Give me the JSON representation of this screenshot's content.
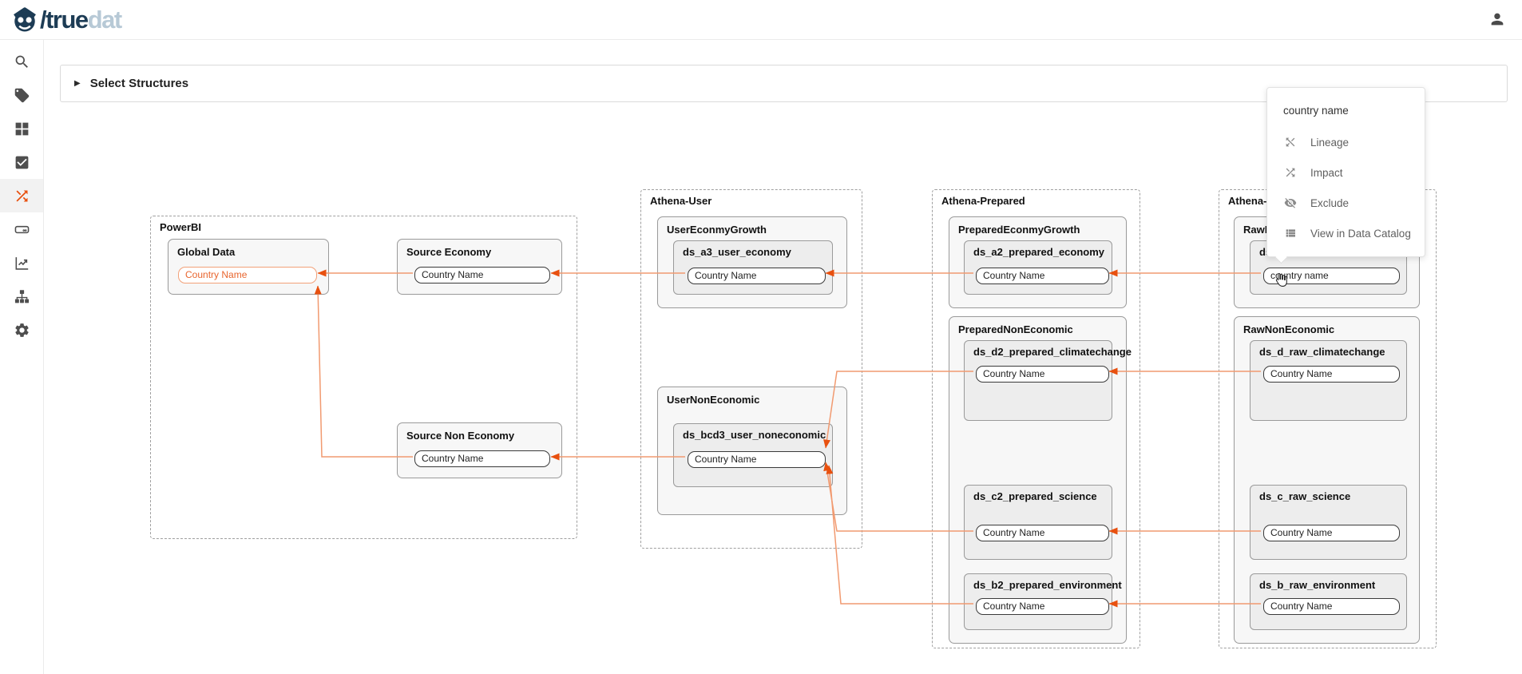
{
  "header": {
    "brand": {
      "primary": "/true",
      "secondary": "dat"
    }
  },
  "sidebar": {
    "items": [
      {
        "name": "search",
        "active": false
      },
      {
        "name": "tags",
        "active": false
      },
      {
        "name": "modules",
        "active": false
      },
      {
        "name": "tasks",
        "active": false
      },
      {
        "name": "lineage",
        "active": true
      },
      {
        "name": "storage",
        "active": false
      },
      {
        "name": "analytics",
        "active": false
      },
      {
        "name": "hierarchy",
        "active": false
      },
      {
        "name": "settings",
        "active": false
      }
    ]
  },
  "toolbar": {
    "select_structures_label": "Select Structures"
  },
  "diagram": {
    "groups": [
      {
        "label": "PowerBI",
        "nodes": [
          {
            "title": "Global Data",
            "fields": [
              {
                "label": "Country Name",
                "state": "selected"
              }
            ]
          },
          {
            "title": "Source Economy",
            "fields": [
              {
                "label": "Country Name",
                "state": "normal"
              }
            ]
          },
          {
            "title": "Source Non Economy",
            "fields": [
              {
                "label": "Country Name",
                "state": "normal"
              }
            ]
          }
        ]
      },
      {
        "label": "Athena-User",
        "nodes": [
          {
            "title": "UserEconmyGrowth",
            "datasets": [
              {
                "title": "ds_a3_user_economy",
                "fields": [
                  {
                    "label": "Country Name"
                  }
                ]
              }
            ]
          },
          {
            "title": "UserNonEconomic",
            "datasets": [
              {
                "title": "ds_bcd3_user_noneconomic",
                "fields": [
                  {
                    "label": "Country Name"
                  }
                ]
              }
            ]
          }
        ]
      },
      {
        "label": "Athena-Prepared",
        "nodes": [
          {
            "title": "PreparedEconmyGrowth",
            "datasets": [
              {
                "title": "ds_a2_prepared_economy",
                "fields": [
                  {
                    "label": "Country Name"
                  }
                ]
              }
            ]
          },
          {
            "title": "PreparedNonEconomic",
            "datasets": [
              {
                "title": "ds_d2_prepared_climatechange",
                "fields": [
                  {
                    "label": "Country Name"
                  }
                ]
              },
              {
                "title": "ds_c2_prepared_science",
                "fields": [
                  {
                    "label": "Country Name"
                  }
                ]
              },
              {
                "title": "ds_b2_prepared_environment",
                "fields": [
                  {
                    "label": "Country Name"
                  }
                ]
              }
            ]
          }
        ]
      },
      {
        "label": "Athena-Ra",
        "nodes": [
          {
            "title": "RawEc",
            "datasets": [
              {
                "title": "ds_",
                "fields": [
                  {
                    "label": "country name",
                    "state": "hovered"
                  }
                ]
              }
            ]
          },
          {
            "title": "RawNonEconomic",
            "datasets": [
              {
                "title": "ds_d_raw_climatechange",
                "fields": [
                  {
                    "label": "Country Name"
                  }
                ]
              },
              {
                "title": "ds_c_raw_science",
                "fields": [
                  {
                    "label": "Country Name"
                  }
                ]
              },
              {
                "title": "ds_b_raw_environment",
                "fields": [
                  {
                    "label": "Country Name"
                  }
                ]
              }
            ]
          }
        ]
      }
    ]
  },
  "context_menu": {
    "title": "country name",
    "items": [
      {
        "icon": "lineage-icon",
        "label": "Lineage"
      },
      {
        "icon": "impact-icon",
        "label": "Impact"
      },
      {
        "icon": "exclude-icon",
        "label": "Exclude"
      },
      {
        "icon": "catalog-list-icon",
        "label": "View in Data Catalog"
      }
    ]
  },
  "colors": {
    "accent": "#e8500f",
    "edge_line": "#f19a70",
    "arrowhead": "#e8500f",
    "selected_field_border": "#f2a179",
    "selected_field_text": "#e8652e",
    "brand_primary": "#1d3c55",
    "brand_secondary": "#b7c9d6"
  }
}
